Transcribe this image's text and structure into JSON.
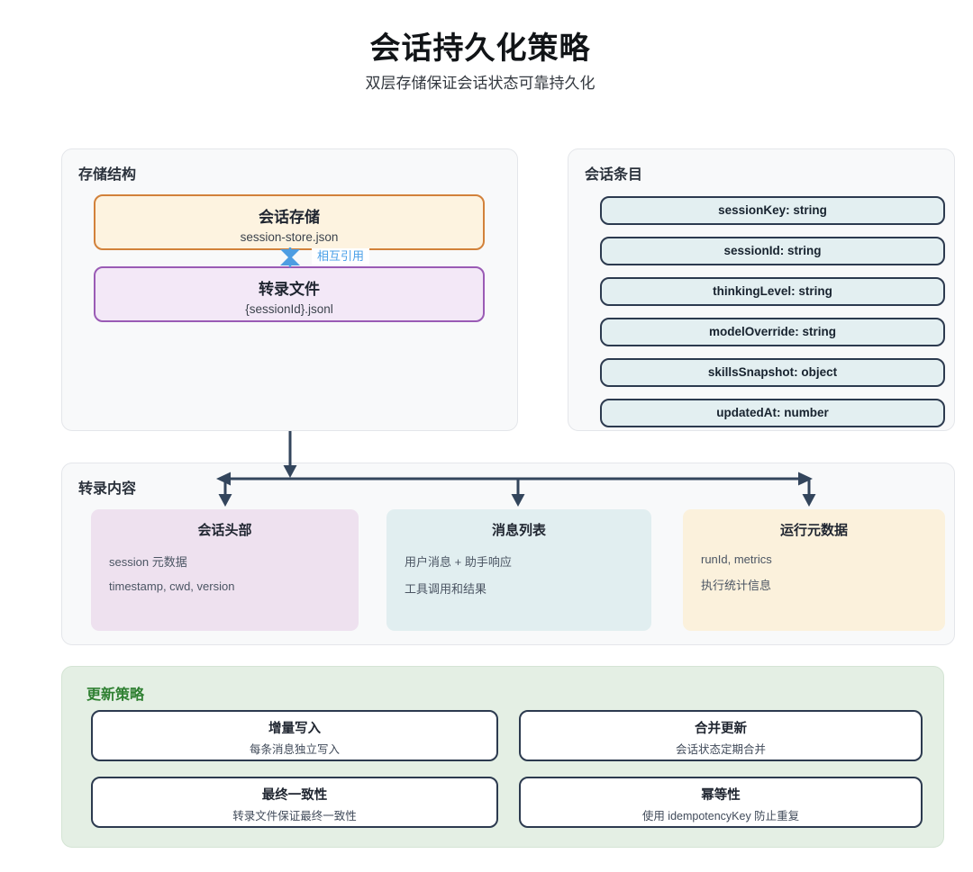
{
  "page": {
    "title": "会话持久化策略",
    "subtitle": "双层存储保证会话状态可靠持久化"
  },
  "colors": {
    "arrow": "#33455c",
    "link_blue": "#4d9de2",
    "session_store_border": "#d2813a",
    "session_store_fill": "#fdf3e0",
    "transcript_file_border": "#9a5bb5",
    "transcript_file_fill": "#f3e8f7",
    "entry_fill": "#e3eff1",
    "entry_border": "#2c3a4f",
    "header_box_fill": "#eee1ef",
    "messages_box_fill": "#e1eef0",
    "runmeta_box_fill": "#fbf1dc",
    "update_panel_fill": "#e4efe4",
    "update_header_green": "#2f8032",
    "panel_fill": "#f8f9fa"
  },
  "storage_panel": {
    "header": "存储结构",
    "session_store": {
      "title": "会话存储",
      "subtitle": "session-store.json"
    },
    "transcript_file": {
      "title": "转录文件",
      "subtitle": "{sessionId}.jsonl"
    },
    "link_label": "相互引用"
  },
  "entries_panel": {
    "header": "会话条目",
    "items": [
      "sessionKey: string",
      "sessionId: string",
      "thinkingLevel: string",
      "modelOverride: string",
      "skillsSnapshot: object",
      "updatedAt: number"
    ]
  },
  "transcript_panel": {
    "header": "转录内容",
    "sections": [
      {
        "title": "会话头部",
        "lines": [
          "session 元数据",
          "timestamp, cwd, version"
        ]
      },
      {
        "title": "消息列表",
        "lines": [
          "用户消息 + 助手响应",
          "工具调用和结果"
        ]
      },
      {
        "title": "运行元数据",
        "lines": [
          "runId, metrics",
          "执行统计信息"
        ]
      }
    ]
  },
  "update_panel": {
    "header": "更新策略",
    "strategies": [
      {
        "title": "增量写入",
        "subtitle": "每条消息独立写入"
      },
      {
        "title": "合并更新",
        "subtitle": "会话状态定期合并"
      },
      {
        "title": "最终一致性",
        "subtitle": "转录文件保证最终一致性"
      },
      {
        "title": "幂等性",
        "subtitle": "使用 idempotencyKey 防止重复"
      }
    ]
  }
}
